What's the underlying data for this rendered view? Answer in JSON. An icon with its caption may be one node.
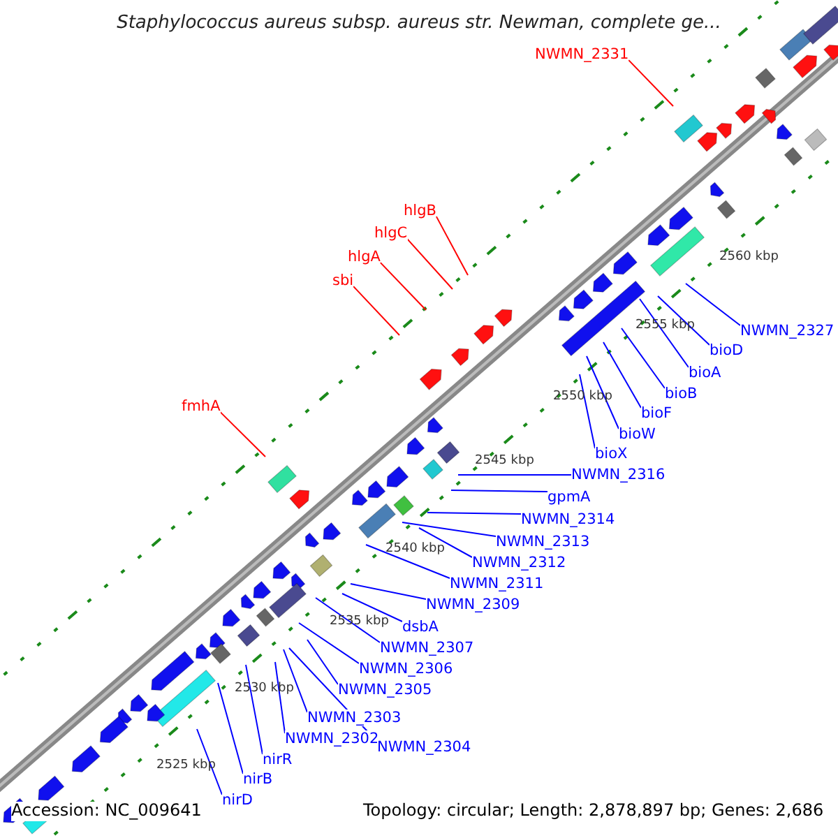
{
  "diagram": {
    "title": "Staphylococcus aureus subsp. aureus str. Newman, complete ge...",
    "nodes": [
      {
        "text": [
          "NWMN_2331"
        ]
      },
      {
        "text": [
          "hlgB"
        ]
      },
      {
        "text": [
          "hlgC"
        ]
      },
      {
        "text": [
          "hlgA"
        ]
      },
      {
        "text": [
          "sbi"
        ]
      },
      {
        "text": [
          "NWMN_2327"
        ]
      },
      {
        "text": [
          "bioD"
        ]
      },
      {
        "text": [
          "bioA"
        ]
      },
      {
        "text": [
          "bioB"
        ]
      },
      {
        "text": [
          "fmhA"
        ]
      },
      {
        "text": [
          "bioF"
        ]
      },
      {
        "text": [
          "bioW"
        ]
      },
      {
        "text": [
          "bioX"
        ]
      },
      {
        "text": [
          "NWMN_2316"
        ]
      },
      {
        "text": [
          "gpmA"
        ]
      },
      {
        "text": [
          "NWMN_2314"
        ]
      },
      {
        "text": [
          "NWMN_2313"
        ]
      },
      {
        "text": [
          "NWMN_2312"
        ]
      },
      {
        "text": [
          "NWMN_2311"
        ]
      },
      {
        "text": [
          "NWMN_2309"
        ]
      },
      {
        "text": [
          "dsbA"
        ]
      },
      {
        "text": [
          "NWMN_2307"
        ]
      },
      {
        "text": [
          "NWMN_2306"
        ]
      },
      {
        "text": [
          "NWMN_2305"
        ]
      },
      {
        "text": [
          "NWMN_2303"
        ]
      },
      {
        "text": [
          "NWMN_2302"
        ]
      },
      {
        "text": [
          "NWMN_2304"
        ]
      },
      {
        "text": [
          "nirR"
        ]
      },
      {
        "text": [
          "nirB"
        ]
      },
      {
        "text": [
          "nirD"
        ]
      }
    ],
    "edges": [
      {
        "from": 0,
        "to": null,
        "arrow": "none",
        "color": "#ff0000"
      },
      {
        "from": 1,
        "to": null,
        "arrow": "none",
        "color": "#ff0000"
      },
      {
        "from": 2,
        "to": null,
        "arrow": "none",
        "color": "#ff0000"
      },
      {
        "from": 3,
        "to": null,
        "arrow": "none",
        "color": "#ff0000"
      },
      {
        "from": 4,
        "to": null,
        "arrow": "none",
        "color": "#ff0000"
      },
      {
        "from": 5,
        "to": null,
        "arrow": "none"
      },
      {
        "from": 6,
        "to": null,
        "arrow": "none"
      },
      {
        "from": 7,
        "to": null,
        "arrow": "none"
      },
      {
        "from": 8,
        "to": null,
        "arrow": "none"
      },
      {
        "from": 9,
        "to": null,
        "arrow": "none",
        "color": "#ff0000"
      },
      {
        "from": 10,
        "to": null,
        "arrow": "none"
      },
      {
        "from": 11,
        "to": null,
        "arrow": "none"
      },
      {
        "from": 12,
        "to": null,
        "arrow": "none"
      },
      {
        "from": 13,
        "to": null,
        "arrow": "none"
      },
      {
        "from": 14,
        "to": null,
        "arrow": "none"
      },
      {
        "from": 15,
        "to": null,
        "arrow": "none"
      },
      {
        "from": 16,
        "to": null,
        "arrow": "none"
      },
      {
        "from": 17,
        "to": null,
        "arrow": "none"
      },
      {
        "from": 18,
        "to": null,
        "arrow": "none"
      },
      {
        "from": 19,
        "to": null,
        "arrow": "none"
      },
      {
        "from": 20,
        "to": null,
        "arrow": "none"
      },
      {
        "from": 21,
        "to": null,
        "arrow": "none"
      },
      {
        "from": 22,
        "to": null,
        "arrow": "none"
      },
      {
        "from": 23,
        "to": null,
        "arrow": "none"
      },
      {
        "from": 24,
        "to": null,
        "arrow": "none"
      },
      {
        "from": 25,
        "to": null,
        "arrow": "none"
      },
      {
        "from": 26,
        "to": null,
        "arrow": "none"
      },
      {
        "from": 27,
        "to": null,
        "arrow": "none"
      },
      {
        "from": 28,
        "to": null,
        "arrow": "none"
      },
      {
        "from": 29,
        "to": null,
        "arrow": "none"
      }
    ],
    "labels": [
      "2560 kbp",
      "2555 kbp",
      "2550 kbp",
      "2545 kbp",
      "2540 kbp",
      "2535 kbp",
      "2530 kbp",
      "2525 kbp",
      "Accession: NC_009641",
      "Topology: circular; Length: 2,878,897 bp; Genes: 2,686"
    ]
  }
}
